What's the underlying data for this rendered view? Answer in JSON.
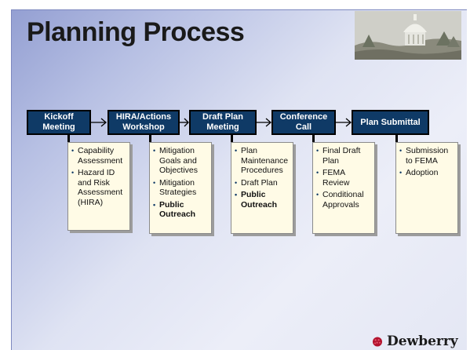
{
  "title": "Planning Process",
  "steps": [
    {
      "label": "Kickoff Meeting",
      "details": [
        {
          "text": "Capability Assessment",
          "bold": false
        },
        {
          "text": "Hazard ID and Risk Assessment (HIRA)",
          "bold": false
        }
      ]
    },
    {
      "label": "HIRA/Actions Workshop",
      "details": [
        {
          "text": "Mitigation Goals and Objectives",
          "bold": false
        },
        {
          "text": "Mitigation Strategies",
          "bold": false
        },
        {
          "text": "Public Outreach",
          "bold": true
        }
      ]
    },
    {
      "label": "Draft Plan Meeting",
      "details": [
        {
          "text": "Plan Maintenance Procedures",
          "bold": false
        },
        {
          "text": "Draft Plan",
          "bold": false
        },
        {
          "text": "Public Outreach",
          "bold": true
        }
      ]
    },
    {
      "label": "Conference Call",
      "details": [
        {
          "text": "Final Draft Plan",
          "bold": false
        },
        {
          "text": "FEMA Review",
          "bold": false
        },
        {
          "text": "Conditional Approvals",
          "bold": false
        }
      ]
    },
    {
      "label": "Plan Submittal",
      "details": [
        {
          "text": "Submission to FEMA",
          "bold": false
        },
        {
          "text": "Adoption",
          "bold": false
        }
      ]
    }
  ],
  "logo": {
    "text": "Dewberry"
  },
  "colors": {
    "step_fill": "#0f3a66",
    "detail_fill": "#fffbe6",
    "logo_mark": "#b3122e"
  }
}
